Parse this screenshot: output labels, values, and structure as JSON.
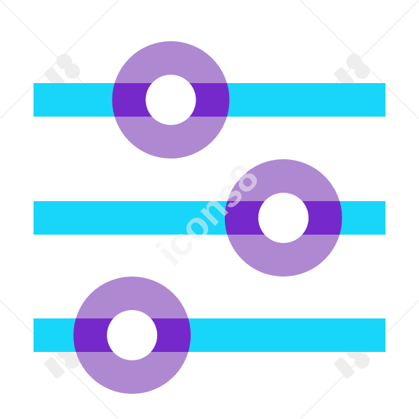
{
  "icon": {
    "name": "sliders-icon",
    "colors": {
      "track": "#18D6FA",
      "knob": "#AF88D2",
      "overlap": "#7629CA",
      "hole": "#FFFFFF",
      "background": "#FFFFFF"
    }
  },
  "watermark": {
    "text": "icons8"
  },
  "sliders": [
    {
      "name": "slider-top",
      "position_pct": 39
    },
    {
      "name": "slider-middle",
      "position_pct": 71
    },
    {
      "name": "slider-bottom",
      "position_pct": 28
    }
  ]
}
